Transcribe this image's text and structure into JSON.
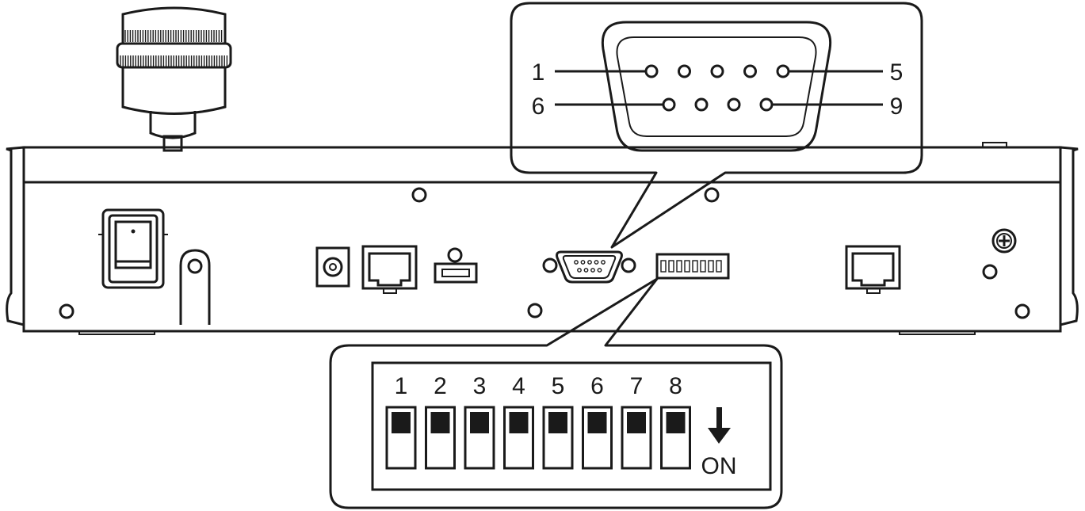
{
  "colors": {
    "line": "#1a1a1a",
    "background": "#ffffff",
    "switch_knob": "#1a1a1a"
  },
  "serial_port_callout": {
    "pin_labels": {
      "top_left": "1",
      "top_right": "5",
      "bottom_left": "6",
      "bottom_right": "9"
    },
    "top_row_pins": 5,
    "bottom_row_pins": 4
  },
  "dip_switch_callout": {
    "switch_labels": [
      "1",
      "2",
      "3",
      "4",
      "5",
      "6",
      "7",
      "8"
    ],
    "on_label": "ON",
    "arrow_icon": "arrow-down-icon",
    "switch_states": [
      "off",
      "off",
      "off",
      "off",
      "off",
      "off",
      "off",
      "off"
    ]
  },
  "rear_panel": {
    "components": [
      "joystick-knob",
      "power-switch",
      "cable-clamp",
      "dc-power-jack",
      "rj45-port-left",
      "usb-port",
      "db9-serial-port",
      "dip-switch-block",
      "rj45-port-right",
      "ground-screw"
    ]
  }
}
